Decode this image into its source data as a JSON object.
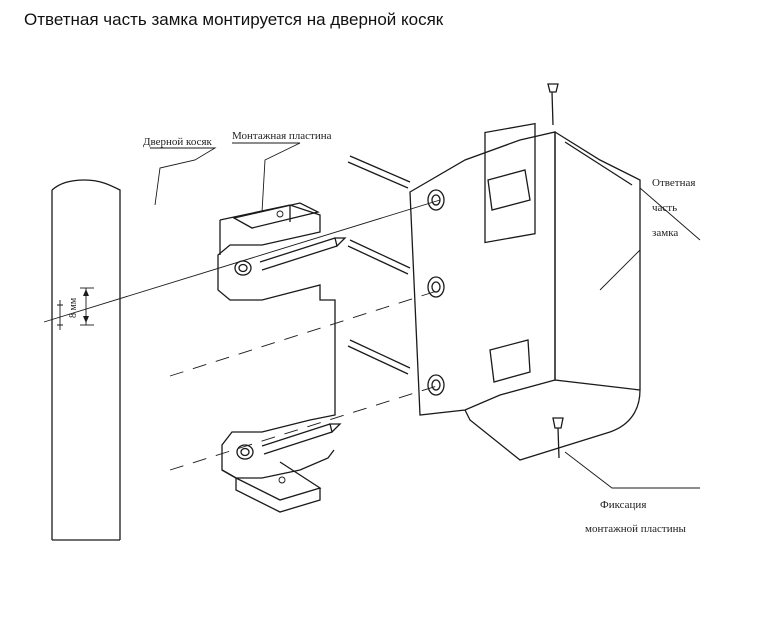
{
  "title": "Ответная часть замка монтируется на дверной косяк",
  "labels": {
    "door_frame": "Дверной косяк",
    "mount_plate": "Монтажная пластина",
    "strike_line1": "Ответная",
    "strike_line2": "часть",
    "strike_line3": "замка",
    "fix_line1": "Фиксация",
    "fix_line2": "монтажной пластины",
    "dimension": "8 мм"
  }
}
